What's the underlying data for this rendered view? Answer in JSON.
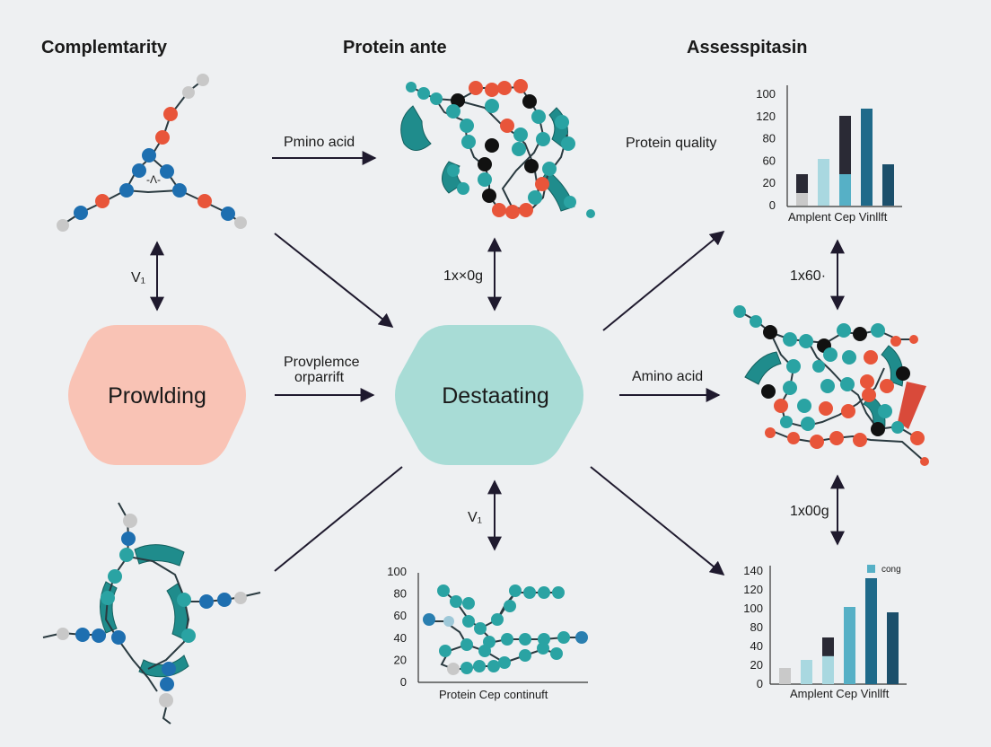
{
  "colors": {
    "background": "#eef0f2",
    "teal": "#2aa3a3",
    "blue": "#1e6fb0",
    "orange": "#e8553a",
    "black": "#111111",
    "gray": "#c8c8c8",
    "node_pink": "#f9c3b5",
    "node_mint": "#a8dcd6",
    "bar_gray": "#c9c9c9",
    "bar_light": "#a9d8e0",
    "bar_mid": "#56b0c6",
    "bar_dark": "#1f6a8a",
    "bar_navy": "#1b4f6b",
    "bar_black": "#2a2a35"
  },
  "headings": {
    "left": "Complemtarity",
    "center": "Protein ante",
    "right": "Assesspitasin"
  },
  "nodes": {
    "left": "Prowlding",
    "center": "Destaating"
  },
  "labels": {
    "top_arrow": "Pmino acid",
    "protein_quality": "Protein quality",
    "left_vertical": "V₁",
    "center_vertical_top": "1x×0g",
    "right_vertical_top": "1x60·",
    "mid_arrow_line1": "Provplemce",
    "mid_arrow_line2": "orparrift",
    "right_arrow": "Amino acid",
    "center_vertical_bottom": "V₁",
    "right_vertical_bottom": "1x00g",
    "molecule_center": "-Λ-"
  },
  "icons": {
    "arrows": "arrow-icon",
    "molecules": "molecule-icon"
  },
  "chart_data": [
    {
      "type": "bar",
      "yticks": [
        "100",
        "120",
        "80",
        "60",
        "20",
        "0"
      ],
      "xlabel": "Amplent Cep Vinllft",
      "ylim": [
        0,
        120
      ],
      "values": [
        35,
        52,
        100,
        108,
        46
      ],
      "legend": ""
    },
    {
      "type": "scatter",
      "yticks": [
        "100",
        "80",
        "60",
        "40",
        "20",
        "0"
      ],
      "xlabel": "Protein Cep continuft",
      "ylim": [
        0,
        100
      ]
    },
    {
      "type": "bar",
      "yticks": [
        "140",
        "120",
        "100",
        "80",
        "40",
        "20",
        "0"
      ],
      "xlabel": "Amplent Cep Vinllft",
      "ylim": [
        0,
        140
      ],
      "values": [
        18,
        27,
        52,
        86,
        118,
        80
      ],
      "legend": "cong"
    }
  ]
}
